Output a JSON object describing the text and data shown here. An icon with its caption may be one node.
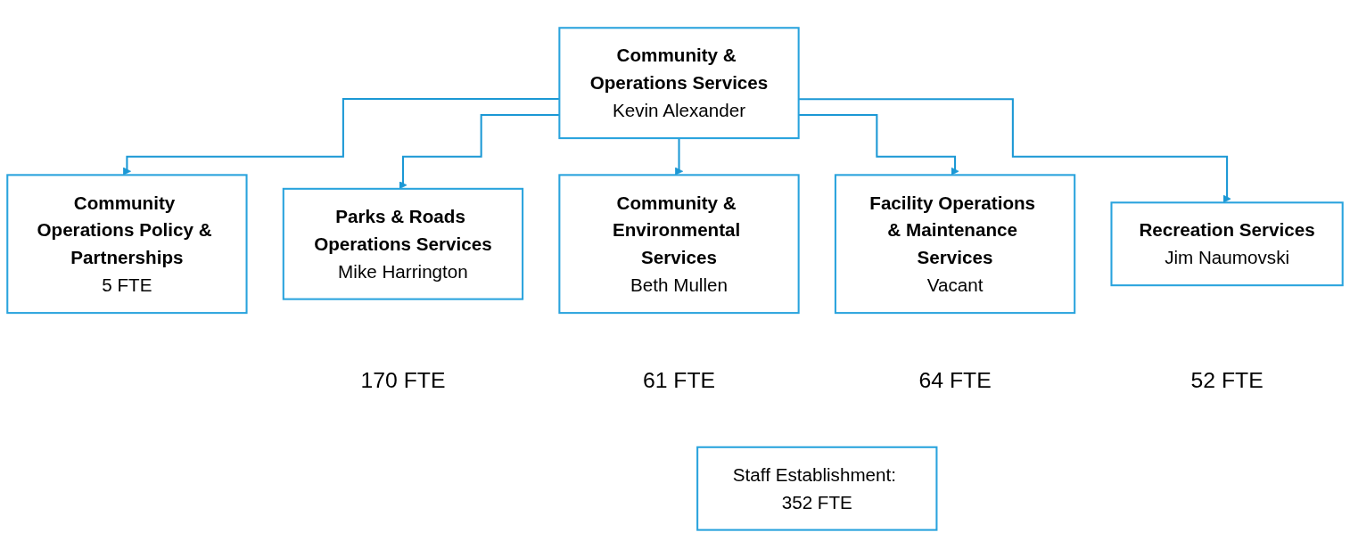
{
  "diagram": {
    "nodes": [
      {
        "text": [
          "Community & Operations Services",
          "Kevin Alexander"
        ]
      },
      {
        "text": [
          "Community Operations Policy & Partnerships",
          "5 FTE"
        ]
      },
      {
        "text": [
          "Parks & Roads Operations Services",
          "Mike Harrington"
        ],
        "beside": [
          "170 FTE"
        ]
      },
      {
        "text": [
          "Community & Environmental Services",
          "Beth Mullen"
        ],
        "beside": [
          "61 FTE"
        ]
      },
      {
        "text": [
          "Facility Operations & Maintenance Services",
          "Vacant"
        ],
        "beside": [
          "64 FTE"
        ]
      },
      {
        "text": [
          "Recreation Services",
          "Jim Naumovski"
        ],
        "beside": [
          "52 FTE"
        ]
      },
      {
        "text": [
          "Staff Establishment: 352 FTE"
        ]
      }
    ],
    "edges": [
      {
        "from": 0,
        "to": 1,
        "arrow": "to"
      },
      {
        "from": 0,
        "to": 2,
        "arrow": "to"
      },
      {
        "from": 0,
        "to": 3,
        "arrow": "to"
      },
      {
        "from": 0,
        "to": 4,
        "arrow": "to"
      },
      {
        "from": 0,
        "to": 5,
        "arrow": "to"
      }
    ]
  }
}
